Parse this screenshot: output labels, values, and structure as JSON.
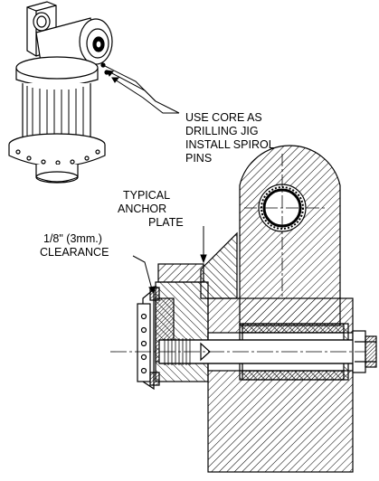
{
  "callouts": {
    "core_drill": [
      "USE CORE AS",
      "DRILLING JIG",
      "INSTALL SPIROL",
      "PINS"
    ],
    "anchor_plate": [
      "TYPICAL",
      "ANCHOR",
      "PLATE"
    ],
    "clearance": [
      "1/8\" (3mm.)",
      "CLEARANCE"
    ]
  }
}
